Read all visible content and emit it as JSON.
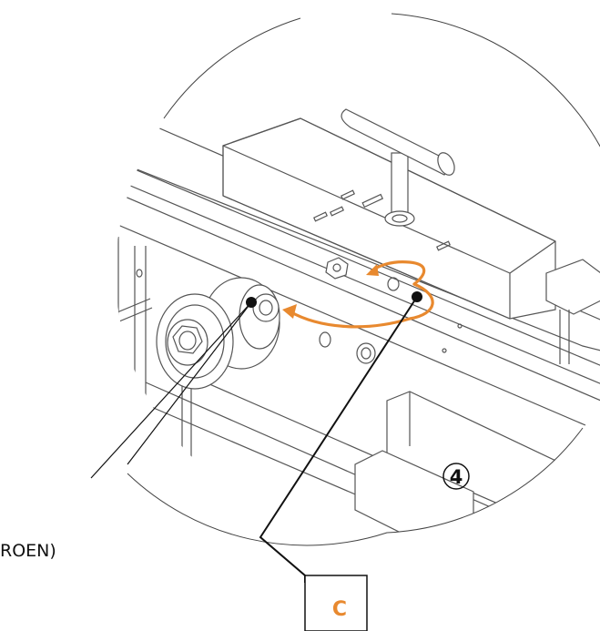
{
  "callouts": {
    "part_number": "4",
    "part_note_partial": "ROEN)",
    "detail_letter": "C"
  },
  "colors": {
    "line": "#1a1a1a",
    "thin_line": "#555555",
    "arrow": "#e8892f",
    "callout_letter": "#e8892f",
    "background": "#ffffff"
  }
}
